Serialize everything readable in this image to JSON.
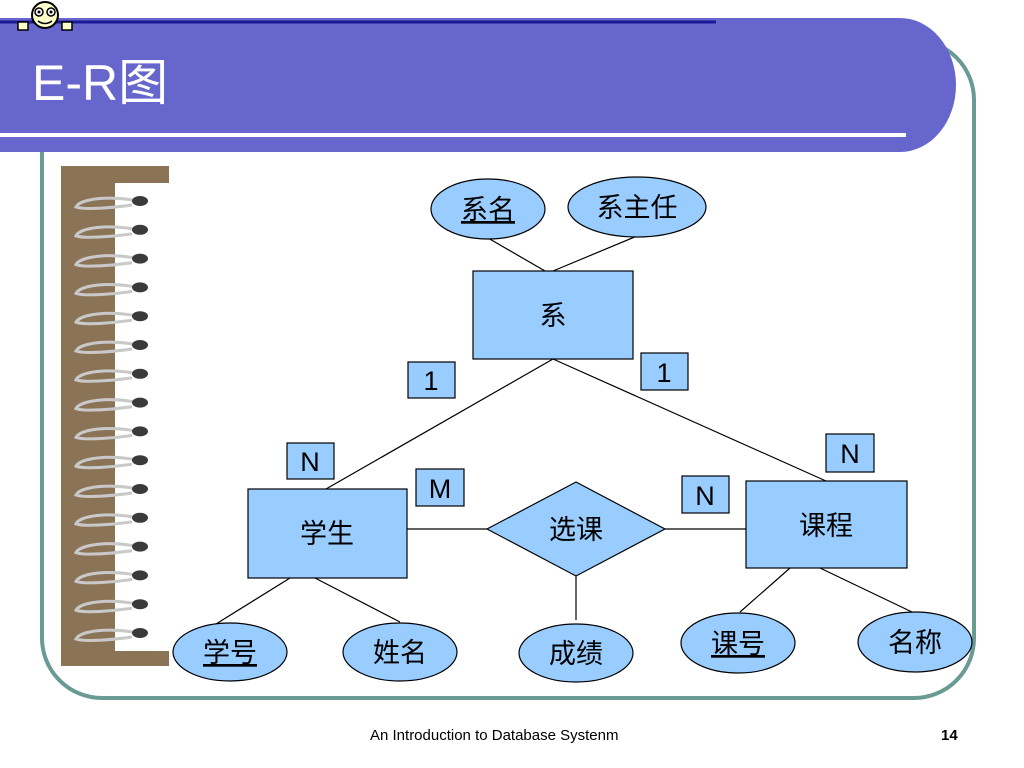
{
  "slide": {
    "title": "E-R图",
    "footer": "An Introduction to Database Systenm",
    "page_number": "14"
  },
  "colors": {
    "title_bar": "#6666cc",
    "title_rule": "#1a1a99",
    "frame_border": "#6a9a94",
    "shape_fill": "#99ccff",
    "binder_wood": "#8b7355",
    "ring_dark": "#3a3a3a"
  },
  "diagram": {
    "entities": {
      "department": "系",
      "student": "学生",
      "course": "课程"
    },
    "relationship": "选课",
    "attributes": {
      "dept_name": "系名",
      "dept_head": "系主任",
      "student_no": "学号",
      "student_name": "姓名",
      "grade": "成绩",
      "course_no": "课号",
      "course_name": "名称"
    },
    "cardinalities": {
      "dept_student": "1",
      "dept_course": "1",
      "student_dept": "N",
      "course_dept": "N",
      "student_enroll": "M",
      "course_enroll": "N"
    }
  },
  "icons": {
    "logo": "cartoon-face-icon",
    "binder": "spiral-binding-icon"
  }
}
